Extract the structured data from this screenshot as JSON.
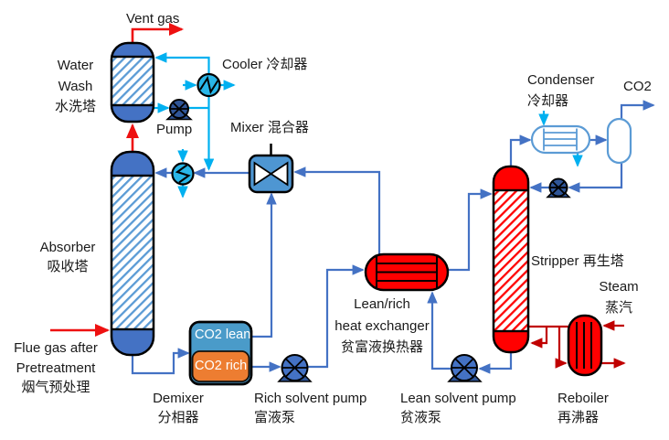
{
  "title": "CO2 capture process flow diagram",
  "colors": {
    "text": "#1a1a1a",
    "line_blue": "#4472C4",
    "line_cyan": "#00B0F0",
    "line_red": "#EE1111",
    "line_dark_red": "#C00000",
    "vessel_blue": "#4472C4",
    "hatch_blue": "#5B9BD5",
    "vessel_red": "#FF0000",
    "hatch_red": "#FF0000",
    "pump_blue": "#4472C4",
    "pump_blue_dark": "#2F5597",
    "cooler_cyan": "#29B6E8",
    "mixer_blue": "#4E96D2",
    "demixer_lean_blue": "#4A9BC9",
    "demixer_rich_orange": "#ED7D31",
    "outline_light_blue": "#5B9BD5"
  },
  "equipment": {
    "water_wash": {
      "label_lines": [
        "Water",
        "Wash",
        "水洗塔"
      ]
    },
    "cooler": {
      "label": "Cooler 冷却器"
    },
    "wash_pump": {
      "label": "Pump"
    },
    "mixer": {
      "label": "Mixer 混合器"
    },
    "absorber": {
      "label_lines": [
        "Absorber",
        "吸收塔"
      ]
    },
    "demixer": {
      "label_lines": [
        "Demixer",
        "分相器"
      ],
      "phase_top": "CO2 lean",
      "phase_bottom": "CO2 rich"
    },
    "rich_pump": {
      "label_lines": [
        "Rich solvent pump",
        "富液泵"
      ]
    },
    "heat_exchanger": {
      "label_lines": [
        "Lean/rich",
        "heat exchanger",
        "贫富液换热器"
      ]
    },
    "lean_pump": {
      "label_lines": [
        "Lean solvent pump",
        "贫液泵"
      ]
    },
    "stripper": {
      "label": "Stripper 再生塔"
    },
    "reboiler": {
      "label_lines": [
        "Reboiler",
        "再沸器"
      ]
    },
    "condenser": {
      "label_lines": [
        "Condenser",
        "冷却器"
      ]
    }
  },
  "streams": {
    "vent_gas": {
      "label": "Vent gas"
    },
    "flue_gas": {
      "label_lines": [
        "Flue gas after",
        "Pretreatment",
        "烟气预处理"
      ]
    },
    "steam": {
      "label_lines": [
        "Steam",
        "蒸汽"
      ]
    },
    "co2_out": {
      "label": "CO2"
    }
  }
}
